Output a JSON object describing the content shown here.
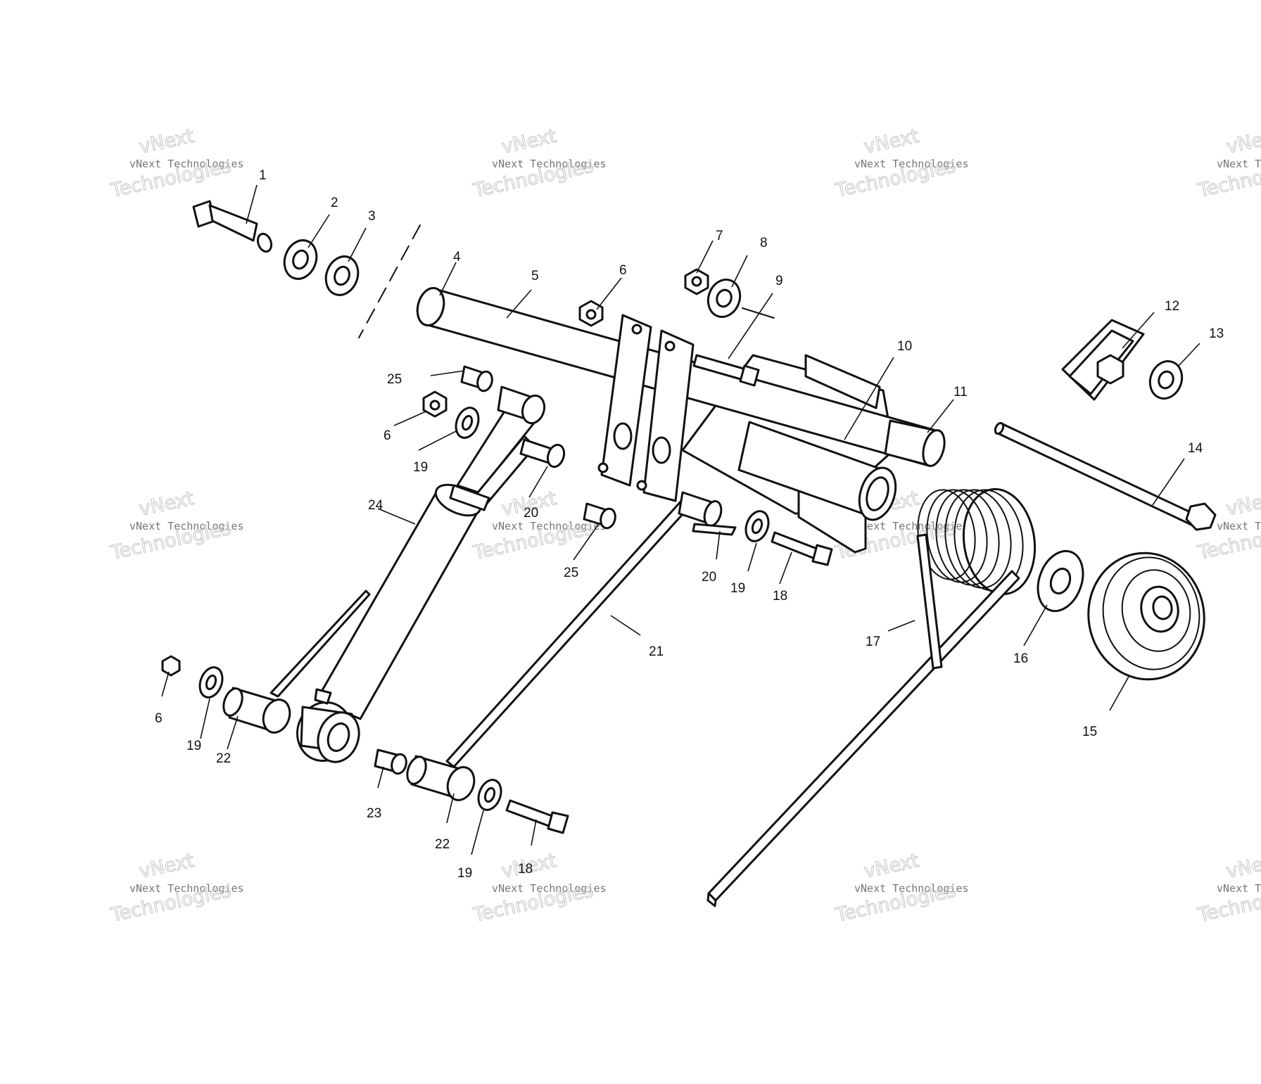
{
  "diagram": {
    "callouts": [
      {
        "id": "c1",
        "label": "1"
      },
      {
        "id": "c2",
        "label": "2"
      },
      {
        "id": "c3",
        "label": "3"
      },
      {
        "id": "c4",
        "label": "4"
      },
      {
        "id": "c5",
        "label": "5"
      },
      {
        "id": "c6a",
        "label": "6"
      },
      {
        "id": "c6b",
        "label": "6"
      },
      {
        "id": "c6c",
        "label": "6"
      },
      {
        "id": "c7",
        "label": "7"
      },
      {
        "id": "c8",
        "label": "8"
      },
      {
        "id": "c9",
        "label": "9"
      },
      {
        "id": "c10",
        "label": "10"
      },
      {
        "id": "c11",
        "label": "11"
      },
      {
        "id": "c12",
        "label": "12"
      },
      {
        "id": "c13",
        "label": "13"
      },
      {
        "id": "c14",
        "label": "14"
      },
      {
        "id": "c15",
        "label": "15"
      },
      {
        "id": "c16",
        "label": "16"
      },
      {
        "id": "c17",
        "label": "17"
      },
      {
        "id": "c18a",
        "label": "18"
      },
      {
        "id": "c18b",
        "label": "18"
      },
      {
        "id": "c19a",
        "label": "19"
      },
      {
        "id": "c19b",
        "label": "19"
      },
      {
        "id": "c19c",
        "label": "19"
      },
      {
        "id": "c19d",
        "label": "19"
      },
      {
        "id": "c20a",
        "label": "20"
      },
      {
        "id": "c20b",
        "label": "20"
      },
      {
        "id": "c21",
        "label": "21"
      },
      {
        "id": "c22a",
        "label": "22"
      },
      {
        "id": "c22b",
        "label": "22"
      },
      {
        "id": "c23",
        "label": "23"
      },
      {
        "id": "c24",
        "label": "24"
      },
      {
        "id": "c25a",
        "label": "25"
      },
      {
        "id": "c25b",
        "label": "25"
      }
    ]
  },
  "watermark": {
    "line1": "vNext",
    "line2": "vNext Technologies",
    "line3": "Technologies"
  }
}
